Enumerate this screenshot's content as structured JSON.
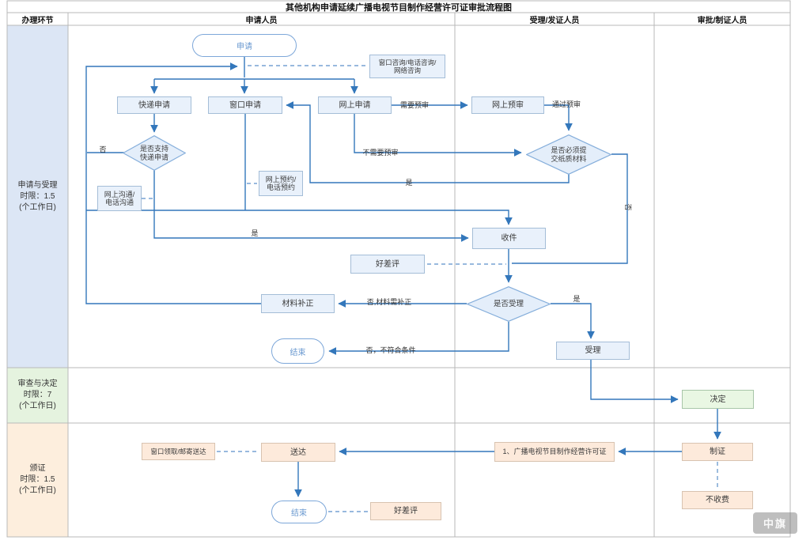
{
  "title": "其他机构申请延续广播电视节目制作经营许可证审批流程图",
  "columns": {
    "c1": "办理环节",
    "c2": "申请人员",
    "c3": "受理/发证人员",
    "c4": "审批/制证人员"
  },
  "rows": {
    "r1": "申请与受理\n时限：1.5\n(个工作日)",
    "r2": "审查与决定\n时限：7\n(个工作日)",
    "r3": "颁证\n时限：1.5\n(个工作日)"
  },
  "nodes": {
    "start": "申请",
    "consult": "窗口咨询/电话咨询/\n网络咨询",
    "express_apply": "快递申请",
    "window_apply": "窗口申请",
    "online_apply": "网上申请",
    "online_preaudit": "网上预审",
    "support_express": "是否支持\n快递申请",
    "online_comm": "网上沟通/\n电话沟通",
    "online_booking": "网上预约/\n电话预约",
    "must_paper": "是否必须提\n交纸质材料",
    "receive": "收件",
    "rating_mid": "好差评",
    "accept_check": "是否受理",
    "material_fix": "材料补正",
    "accept": "受理",
    "end_mid": "结束",
    "decide": "决定",
    "make_cert": "制证",
    "no_fee": "不收费",
    "license": "1、广播电视节目制作经营许可证",
    "deliver": "送达",
    "pickup": "窗口领取/邮寄送达",
    "end_bottom": "结束",
    "rating_bottom": "好差评"
  },
  "edge_labels": {
    "need_preaudit": "需要预审",
    "pass_preaudit": "通过预审",
    "no_need_preaudit": "不需要预审",
    "yes_paper": "是",
    "no_paper": "否",
    "no_express": "否",
    "yes_express": "是",
    "no_fix": "否,材料需补正",
    "yes_accept": "是",
    "reject": "否，不符合条件"
  },
  "watermark": "中旗",
  "colors": {
    "line_blue": "#3377bb",
    "node_blue_fill": "#e9f1fb",
    "node_blue_border": "#a4bdd7",
    "node_green_fill": "#e9f7e3",
    "node_peach_fill": "#fdeadb",
    "stadium_border": "#7da7d9",
    "row1_bg": "#dce6f5",
    "row2_bg": "#e5f3df",
    "row3_bg": "#fdeedd",
    "grid": "#b9b9b9"
  }
}
